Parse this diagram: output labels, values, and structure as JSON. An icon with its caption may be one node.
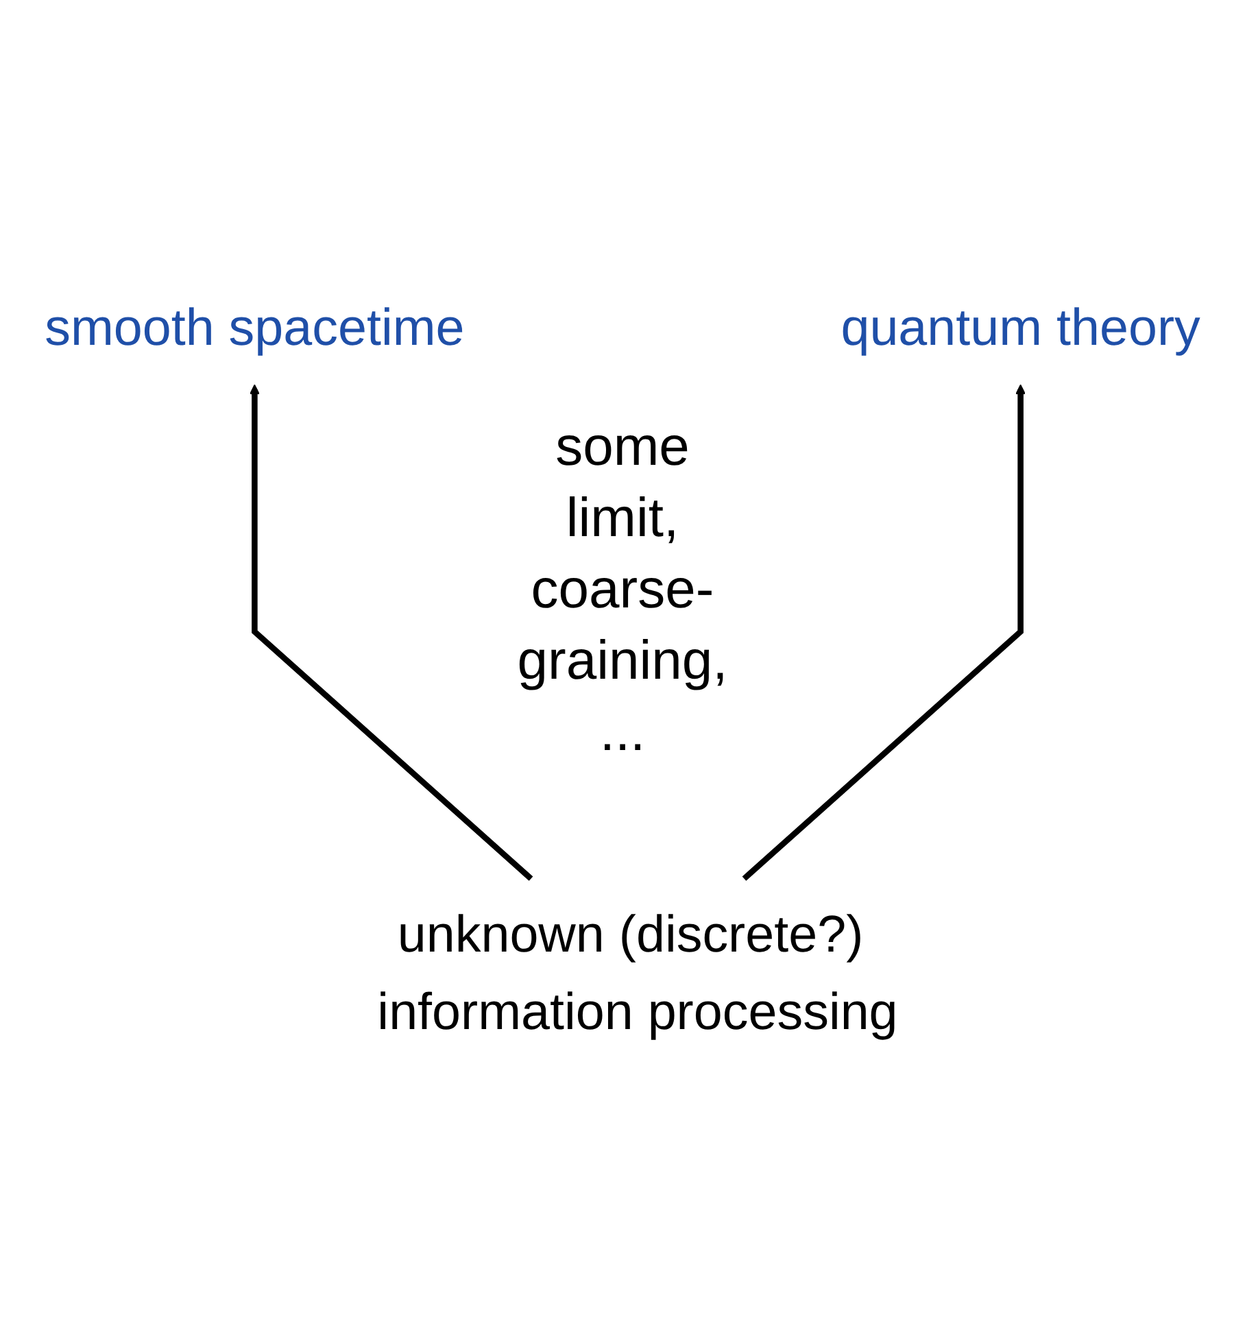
{
  "diagram": {
    "nodes": [
      {
        "text": [
          "smooth spacetime"
        ]
      },
      {
        "text": [
          "quantum theory"
        ]
      },
      {
        "text": [
          "unknown (discrete?) information processing"
        ]
      }
    ],
    "edges": [
      {
        "from": 2,
        "to": 0,
        "arrow": "to"
      },
      {
        "from": 2,
        "to": 1,
        "arrow": "to"
      }
    ],
    "labels": [
      "some limit, coarse-graining, ..."
    ]
  }
}
